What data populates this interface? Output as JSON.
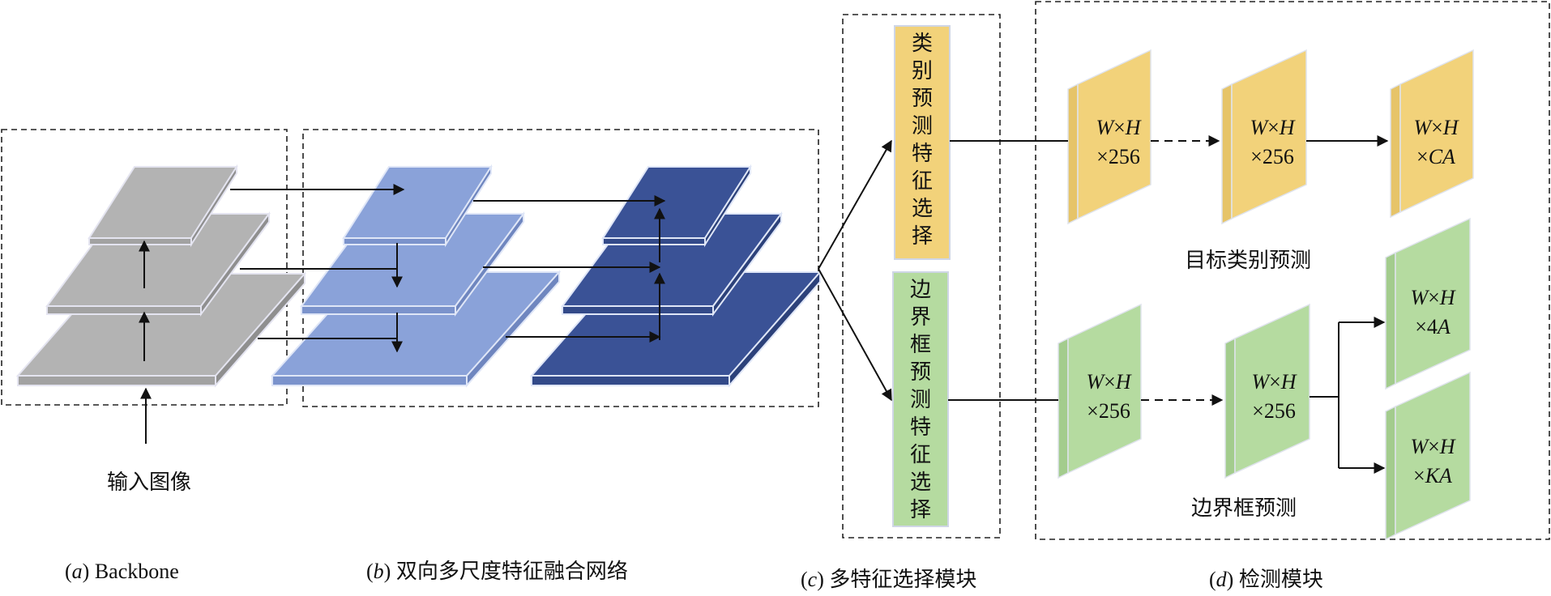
{
  "labels": {
    "input_image": "输入图像",
    "cat_target": "目标类别预测",
    "box_target": "边界框预测"
  },
  "captions": {
    "a_letter": "a",
    "a_text": "Backbone",
    "b_letter": "b",
    "b_text": "双向多尺度特征融合网络",
    "c_letter": "c",
    "c_text": "多特征选择模块",
    "d_letter": "d",
    "d_text": "检测模块"
  },
  "selection_boxes": {
    "category_chars": [
      "类",
      "别",
      "预",
      "测",
      "特",
      "征",
      "选",
      "择"
    ],
    "box_chars": [
      "边",
      "界",
      "框",
      "预",
      "测",
      "特",
      "征",
      "选",
      "择"
    ]
  },
  "feature_maps": {
    "dim_w": "W",
    "dim_h": "H",
    "times": "×",
    "c256": "256",
    "ca": "CA",
    "four_a": "4A",
    "ka": "KA"
  },
  "colors": {
    "gray_layer": "#b3b3b3",
    "light_blue_layer": "#8aa2d9",
    "dark_blue_layer": "#3a5296",
    "yellow": "#f2d27a",
    "green": "#b5dba0",
    "dash_border": "#222222"
  }
}
